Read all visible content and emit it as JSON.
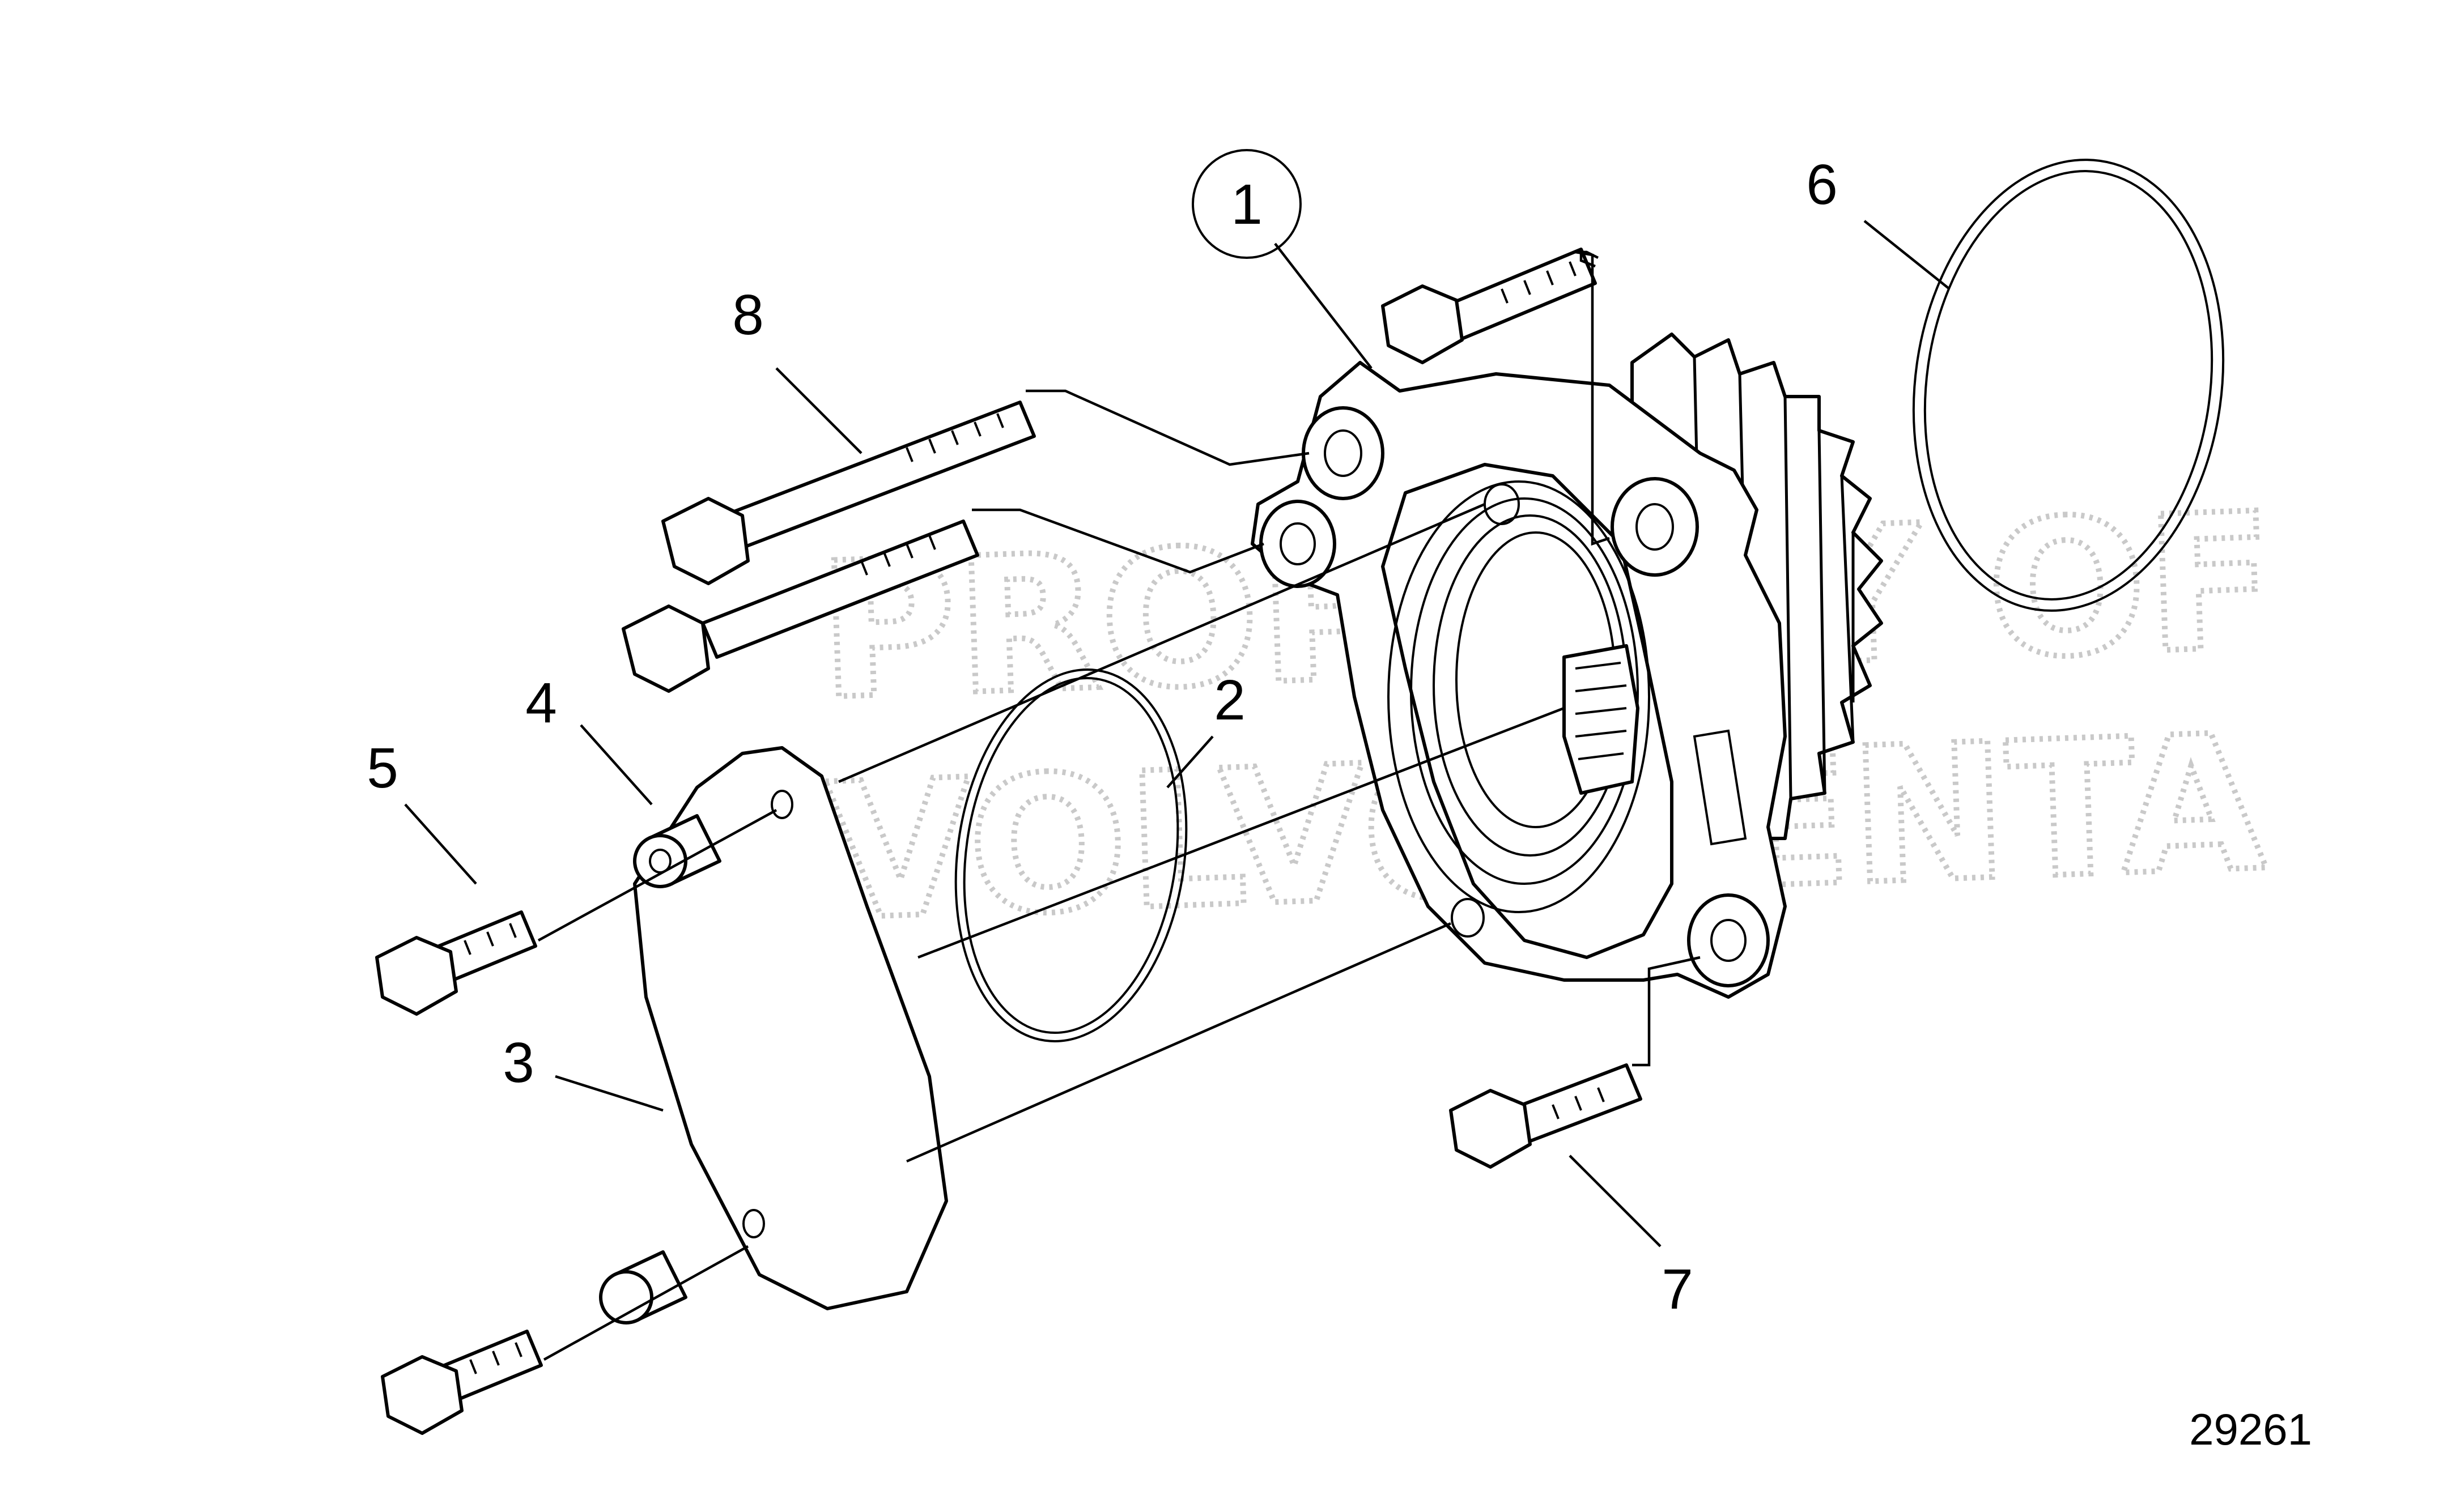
{
  "callouts": [
    {
      "id": "1",
      "label": "1"
    },
    {
      "id": "2",
      "label": "2"
    },
    {
      "id": "3",
      "label": "3"
    },
    {
      "id": "4",
      "label": "4"
    },
    {
      "id": "5",
      "label": "5"
    },
    {
      "id": "6",
      "label": "6"
    },
    {
      "id": "7",
      "label": "7"
    },
    {
      "id": "8",
      "label": "8"
    }
  ],
  "reference_number": "29261",
  "watermark": {
    "line1": "PROPERTY OF",
    "line2": "VOLVO PENTA"
  },
  "colors": {
    "line": "#000000",
    "background": "#ffffff",
    "watermark": "#c9c9c9"
  }
}
